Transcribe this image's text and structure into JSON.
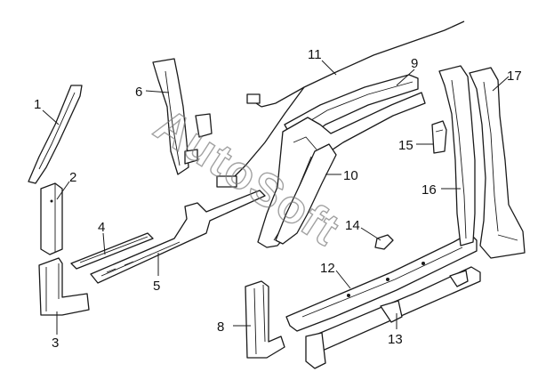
{
  "watermark": "AutoSoft",
  "callouts": {
    "c1": "1",
    "c2": "2",
    "c3": "3",
    "c4": "4",
    "c5": "5",
    "c6": "6",
    "c8": "8",
    "c9": "9",
    "c10": "10",
    "c11": "11",
    "c12": "12",
    "c13": "13",
    "c14": "14",
    "c15": "15",
    "c16": "16",
    "c17": "17"
  }
}
